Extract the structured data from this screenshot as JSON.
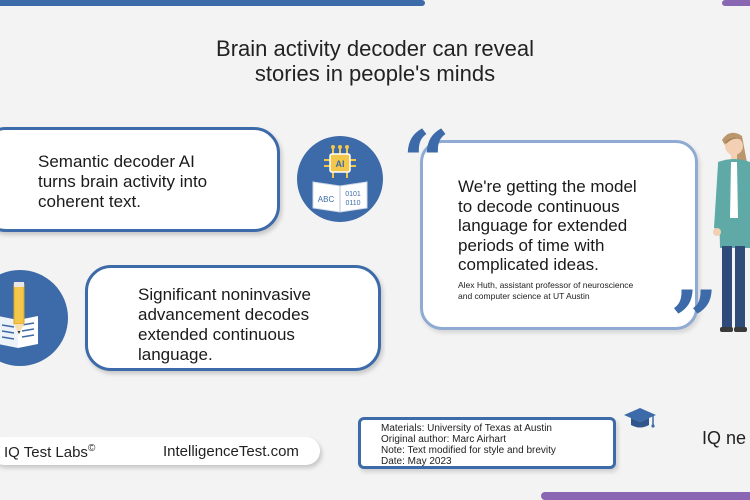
{
  "title": {
    "line1": "Brain activity decoder can reveal",
    "line2": "stories in people's minds"
  },
  "card1": {
    "line1": "Semantic decoder AI",
    "line2": "turns brain activity into",
    "line3": "coherent text.",
    "icon_text_ai": "AI",
    "icon_text_abc": "ABC",
    "icon_text_bits1": "0101",
    "icon_text_bits2": "0110"
  },
  "card2": {
    "line1": "Significant noninvasive",
    "line2": "advancement decodes",
    "line3": "extended continuous",
    "line4": "language."
  },
  "quote": {
    "line1": "We're getting the model",
    "line2": "to decode continuous",
    "line3": "language for extended",
    "line4": "periods of time with",
    "line5": "complicated ideas.",
    "attr1": "Alex Huth, assistant professor of neuroscience",
    "attr2": "and computer science at UT Austin"
  },
  "footer": {
    "brand_left": "IQ Test Labs",
    "copyright": "©",
    "brand_right": "IntelligenceTest.com",
    "materials": {
      "line1": "Materials: University of Texas at Austin",
      "line2": "Original author: Marc Airhart",
      "line3": "Note: Text modified for style and brevity",
      "line4": "Date: May 2023"
    },
    "iq_new": "IQ ne"
  },
  "colors": {
    "accent_blue": "#3d6aa8",
    "accent_purple": "#8a67b3",
    "quote_border": "#8faad3",
    "background": "#f3f3f3"
  },
  "icons": [
    "ai-chip-icon",
    "pencil-notebook-icon",
    "quote-open-icon",
    "quote-close-icon",
    "graduation-cap-icon",
    "woman-illustration"
  ]
}
